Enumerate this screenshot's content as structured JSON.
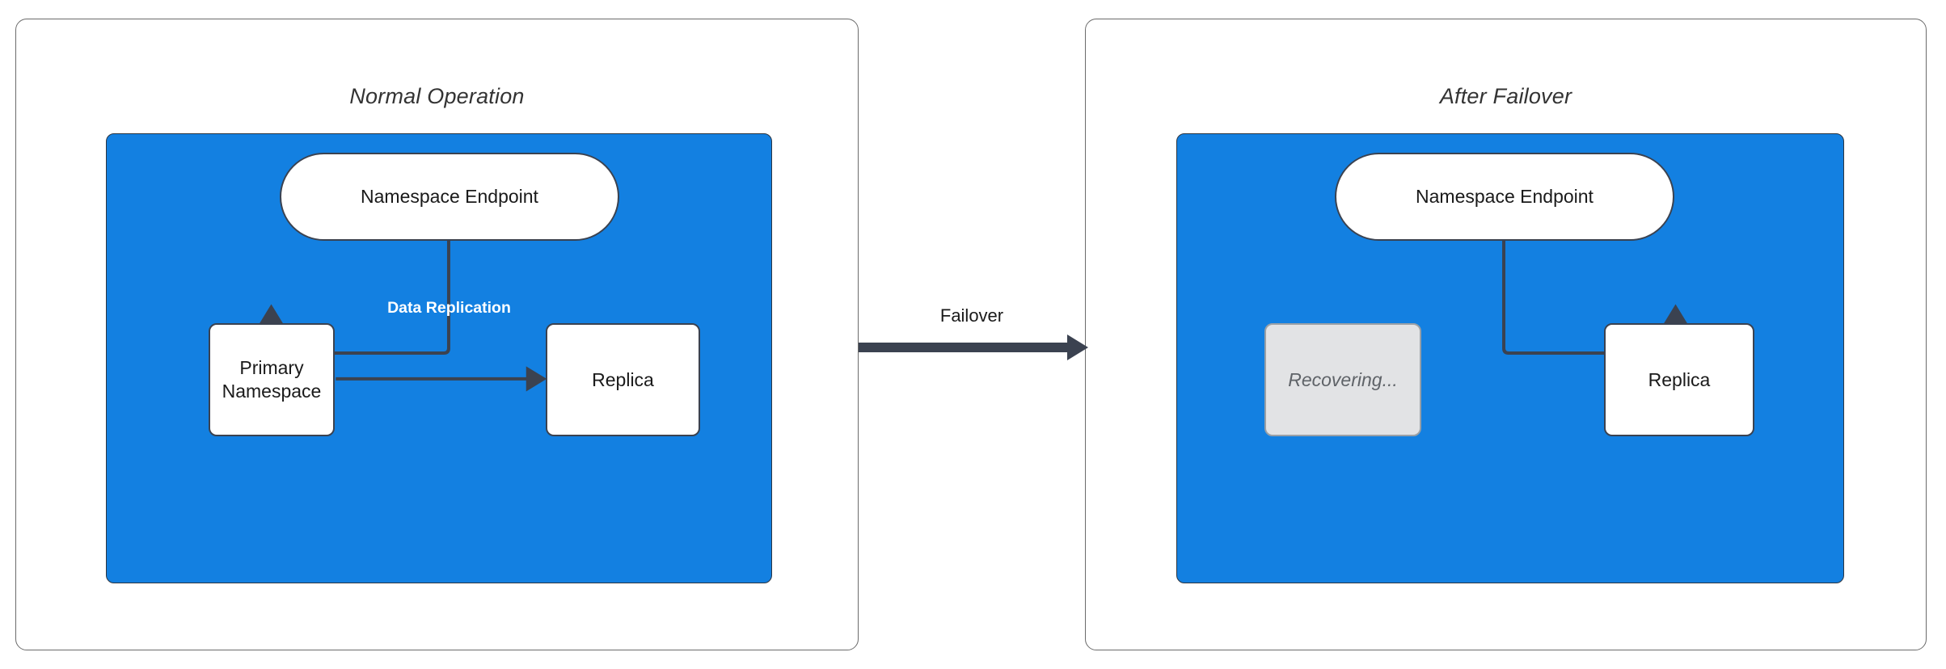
{
  "diagram": {
    "title_left": "Normal Operation",
    "title_right": "After Failover",
    "transition_label": "Failover",
    "accent_blue": "#1380e1",
    "node_stroke": "#3b4250",
    "muted_fill": "#e2e3e5",
    "muted_text": "#5f6368",
    "panel_stroke": "#6b6b6b"
  },
  "left_panel": {
    "title": "Normal Operation",
    "endpoint": {
      "label": "Namespace Endpoint",
      "shape": "pill",
      "state": "active"
    },
    "primary": {
      "label": "Primary Namespace",
      "line1": "Primary",
      "line2": "Namespace",
      "shape": "rect",
      "state": "active"
    },
    "replica": {
      "label": "Replica",
      "shape": "rect",
      "state": "active"
    },
    "edge_endpoint_to_primary": {
      "label": "",
      "style": "elbow-arrow"
    },
    "edge_primary_to_replica": {
      "label": "Data Replication",
      "style": "straight-arrow"
    }
  },
  "right_panel": {
    "title": "After Failover",
    "endpoint": {
      "label": "Namespace Endpoint",
      "shape": "pill",
      "state": "active"
    },
    "recovering": {
      "label": "Recovering...",
      "shape": "rect",
      "state": "recovering"
    },
    "replica": {
      "label": "Replica",
      "shape": "rect",
      "state": "active"
    },
    "edge_endpoint_to_replica": {
      "label": "",
      "style": "elbow-arrow"
    }
  },
  "transition": {
    "label": "Failover",
    "from": "Normal Operation",
    "to": "After Failover"
  }
}
